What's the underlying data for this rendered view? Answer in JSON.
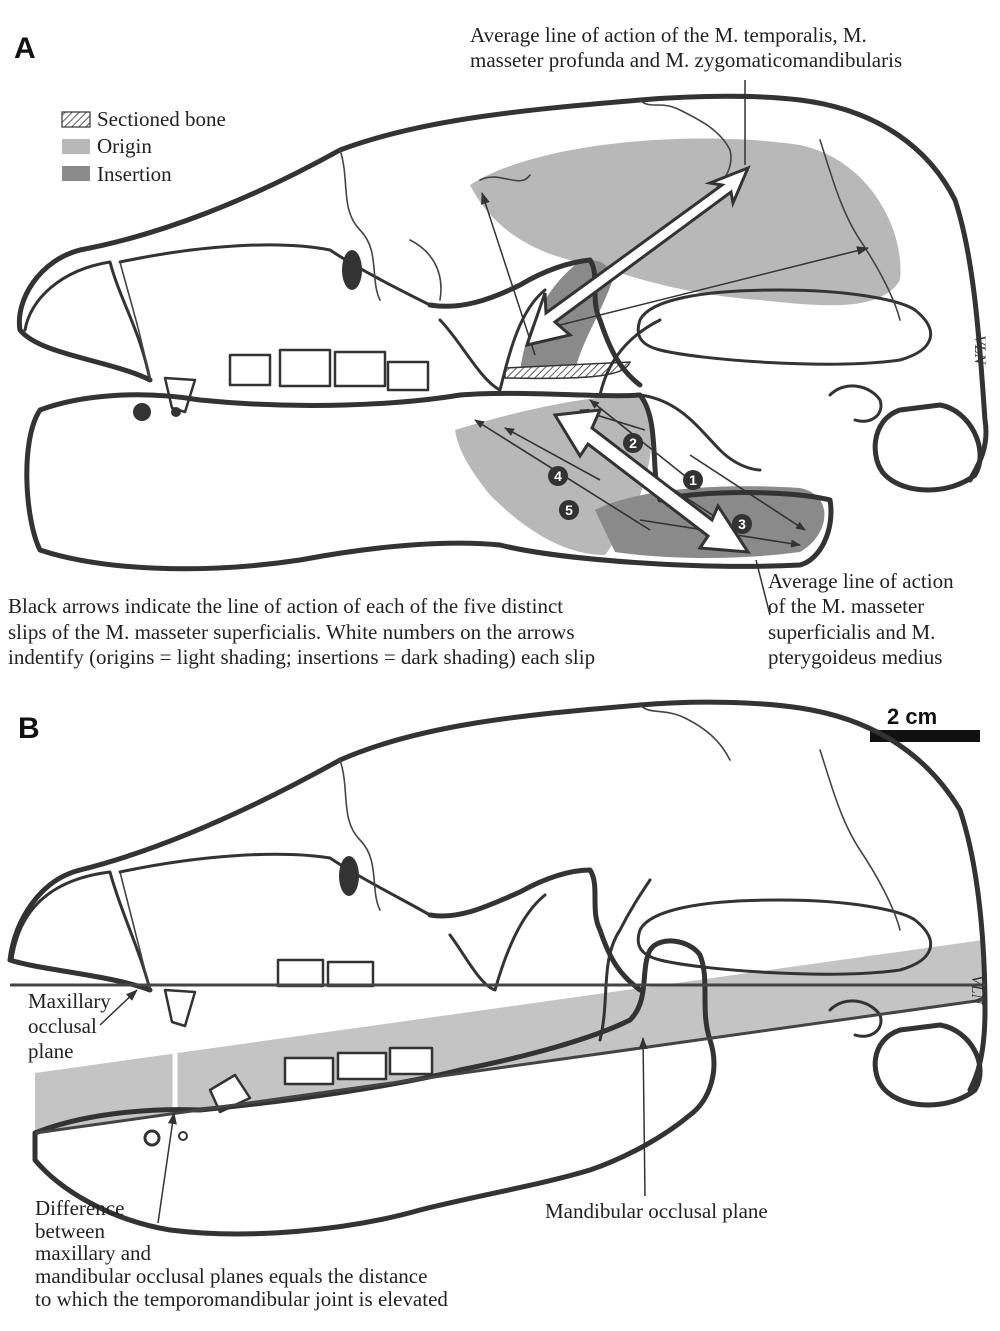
{
  "figure": {
    "panels": [
      {
        "id": "A",
        "label": "A"
      },
      {
        "id": "B",
        "label": "B"
      }
    ],
    "legend": {
      "items": [
        {
          "label": "Sectioned bone",
          "swatch": "hatched",
          "color": "#ffffff"
        },
        {
          "label": "Origin",
          "swatch": "fill",
          "color": "#b8b8b8"
        },
        {
          "label": "Insertion",
          "swatch": "fill",
          "color": "#8a8a8a"
        }
      ]
    },
    "panel_a": {
      "annotation_top": {
        "line1": "Average line of action of the M. temporalis, M.",
        "line2": "masseter profunda and M. zygomaticomandibularis"
      },
      "annotation_right": {
        "line1": "Average line of action",
        "line2": "of the M. masseter",
        "line3": "superficialis and M.",
        "line4": "pterygoideus medius"
      },
      "caption": {
        "line1": "Black arrows indicate the line of action of each of the five distinct",
        "line2": "slips of the M. masseter superficialis. White numbers on the arrows",
        "line3": "indentify (origins = light shading; insertions = dark shading) each slip"
      },
      "slip_numbers": [
        "1",
        "2",
        "3",
        "4",
        "5"
      ],
      "signature": "VLN"
    },
    "panel_b": {
      "scale_bar": "2 cm",
      "label_maxillary": {
        "line1": "Maxillary",
        "line2": "occlusal",
        "line3": "plane"
      },
      "label_mandibular": "Mandibular occlusal plane",
      "label_difference": {
        "line1": "Difference",
        "line2": "between",
        "line3": "maxillary and",
        "line4": "mandibular occlusal planes equals the distance",
        "line5": "to which the temporomandibular joint is elevated"
      },
      "signature": "VLN"
    },
    "colors": {
      "origin": "#b8b8b8",
      "insertion": "#8a8a8a",
      "outline": "#333333",
      "plane_band": "#c4c4c4"
    }
  }
}
